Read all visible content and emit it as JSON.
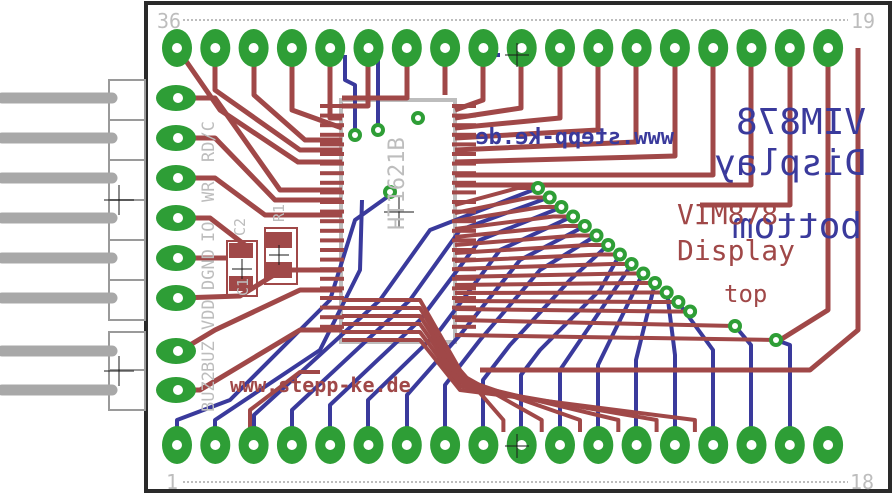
{
  "pin_labels": {
    "top_left": "36",
    "top_right": "19",
    "bottom_left": "1",
    "bottom_right": "18"
  },
  "connector_labels": [
    "RD/C",
    "WR",
    "IO",
    "DGND",
    "VDD",
    "BUZ",
    "BUZ2"
  ],
  "chip_label": "HT1621B",
  "components": {
    "c1": "C2",
    "c2": "R1",
    "c3": "C1"
  },
  "texts": {
    "url_top": "www.stepp-ke.de",
    "url_bottom": "www.stepp-ke.de",
    "vim_bottom_line1": "VIM878",
    "vim_bottom_line2": "Display",
    "vim_bottom_line3": "bottom",
    "vim_top_line1": "VIM878",
    "vim_top_line2": "Display",
    "vim_top_line3": "top"
  },
  "colors": {
    "background": "#ffffff",
    "copper_top": "#a04848",
    "copper_bottom": "#3a3a9c",
    "pad": "#2e9e36",
    "pin_metal": "#a8a8a8",
    "silkscreen": "#bdbdbd",
    "outline": "#2a2a2a"
  }
}
